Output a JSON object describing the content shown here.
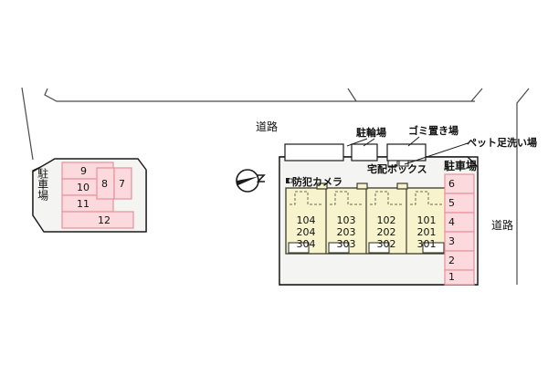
{
  "map": {
    "kind": "property-site-plan",
    "colors": {
      "background": "#ffffff",
      "lot_fill": "#f4f4f2",
      "parking_stall_fill": "#fbd9dd",
      "parking_stall_stroke": "#e8909c",
      "building_fill": "#f7f3cd",
      "building_stroke": "#3a3a2a",
      "outline": "#1a1a1a",
      "amenity_fill": "#ffffff"
    }
  },
  "roads": {
    "top_label": "道路",
    "right_label": "道路"
  },
  "compass": {
    "name": "north-arrow",
    "letter": "N"
  },
  "left_parking": {
    "label": "駐車場",
    "stalls": [
      {
        "number": "9"
      },
      {
        "number": "10"
      },
      {
        "number": "11"
      },
      {
        "number": "12"
      },
      {
        "number": "8"
      },
      {
        "number": "7"
      }
    ]
  },
  "right_parking": {
    "label": "駐車場",
    "stalls": [
      {
        "number": "6"
      },
      {
        "number": "5"
      },
      {
        "number": "4"
      },
      {
        "number": "3"
      },
      {
        "number": "2"
      },
      {
        "number": "1"
      }
    ]
  },
  "building": {
    "security_camera_label": "防犯カメラ",
    "units": [
      {
        "rooms": "104\n204\n304"
      },
      {
        "rooms": "103\n203\n303"
      },
      {
        "rooms": "102\n202\n302"
      },
      {
        "rooms": "101\n201\n301"
      }
    ]
  },
  "amenities": [
    {
      "label": "駐輪場",
      "name": "bicycle-parking"
    },
    {
      "label": "ゴミ置き場",
      "name": "garbage-area"
    },
    {
      "label": "ペット足洗い場",
      "name": "pet-foot-wash"
    },
    {
      "label": "宅配ボックス",
      "name": "delivery-box"
    }
  ]
}
